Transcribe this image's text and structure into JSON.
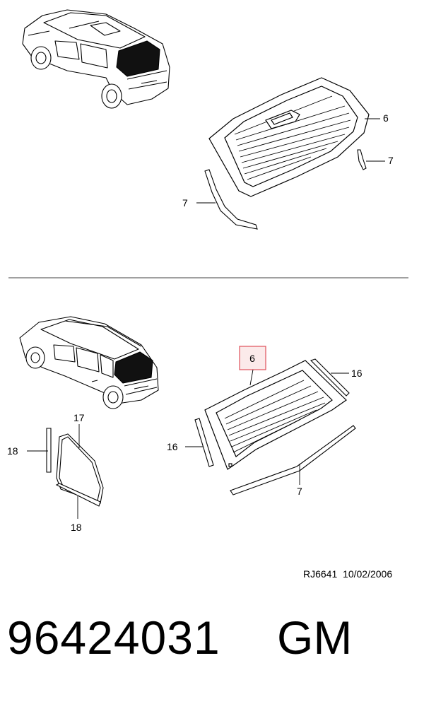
{
  "upper_diagram": {
    "callouts": {
      "glass": "6",
      "molding_right": "7",
      "molding_left": "7"
    }
  },
  "lower_diagram": {
    "callouts": {
      "glass_highlighted": "6",
      "side_molding_right": "16",
      "side_molding_left": "16",
      "bottom_molding": "7",
      "quarter_glass": "17",
      "quarter_molding_upper": "18",
      "quarter_molding_lower": "18"
    },
    "highlight_color": "#e0505a",
    "highlight_fill": "#fbeaea"
  },
  "footer": {
    "reference": "RJ6641  10/02/2006",
    "part_number": "96424031",
    "brand": "GM"
  }
}
